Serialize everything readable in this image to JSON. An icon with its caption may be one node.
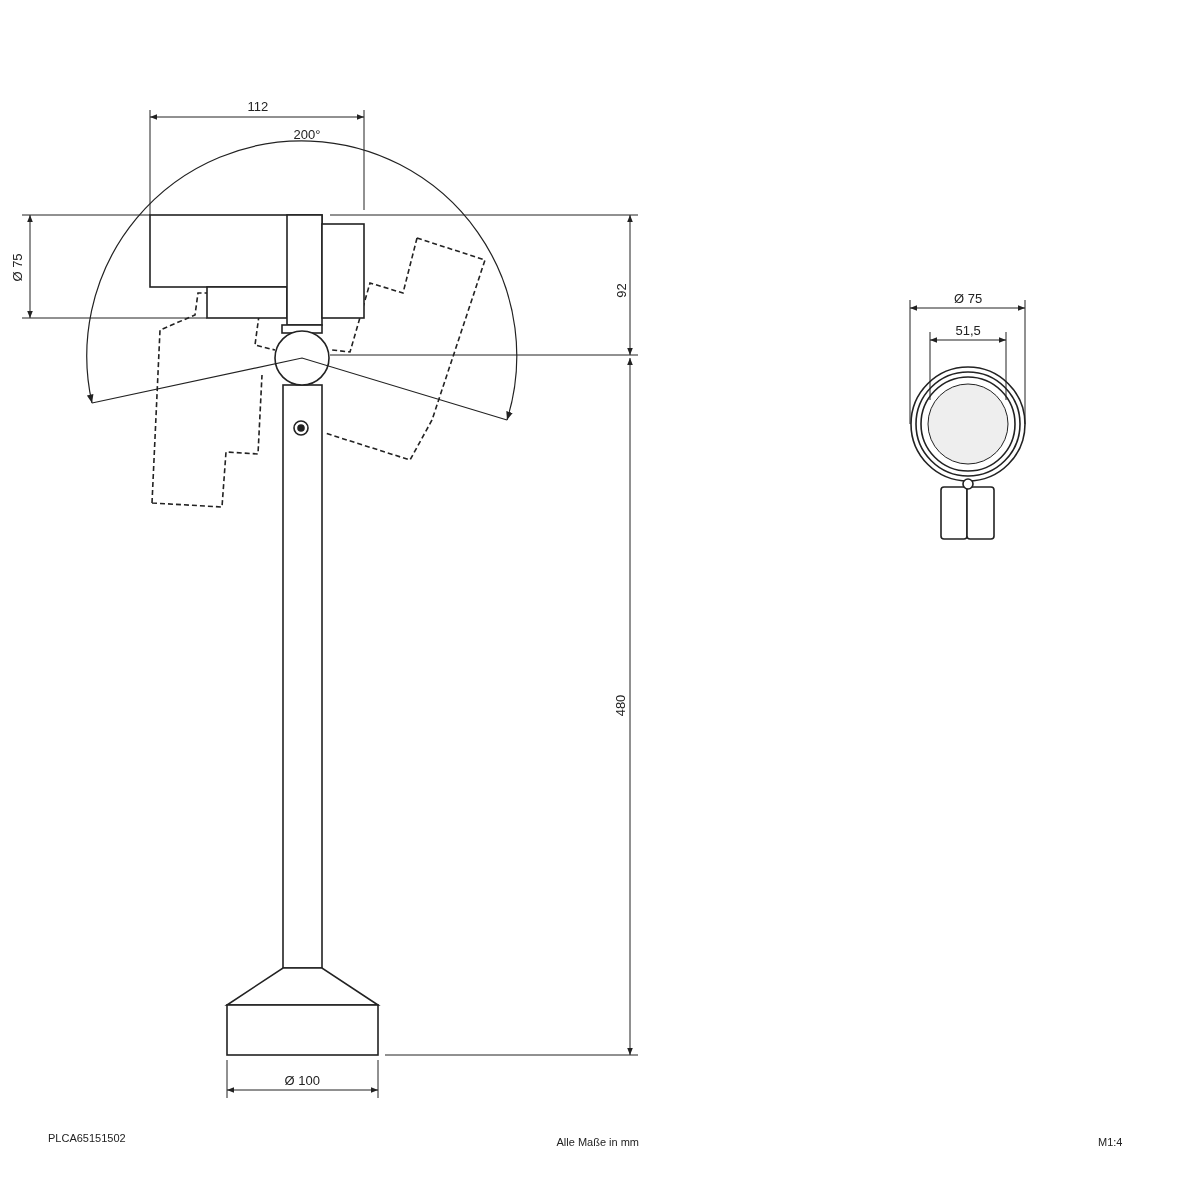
{
  "diagram": {
    "labels": [
      "112",
      "200°",
      "Ø 75",
      "92",
      "Ø 75",
      "51,5",
      "480",
      "Ø 100",
      "PLCA65151502",
      "Alle Maße in mm",
      "M1:4"
    ]
  }
}
